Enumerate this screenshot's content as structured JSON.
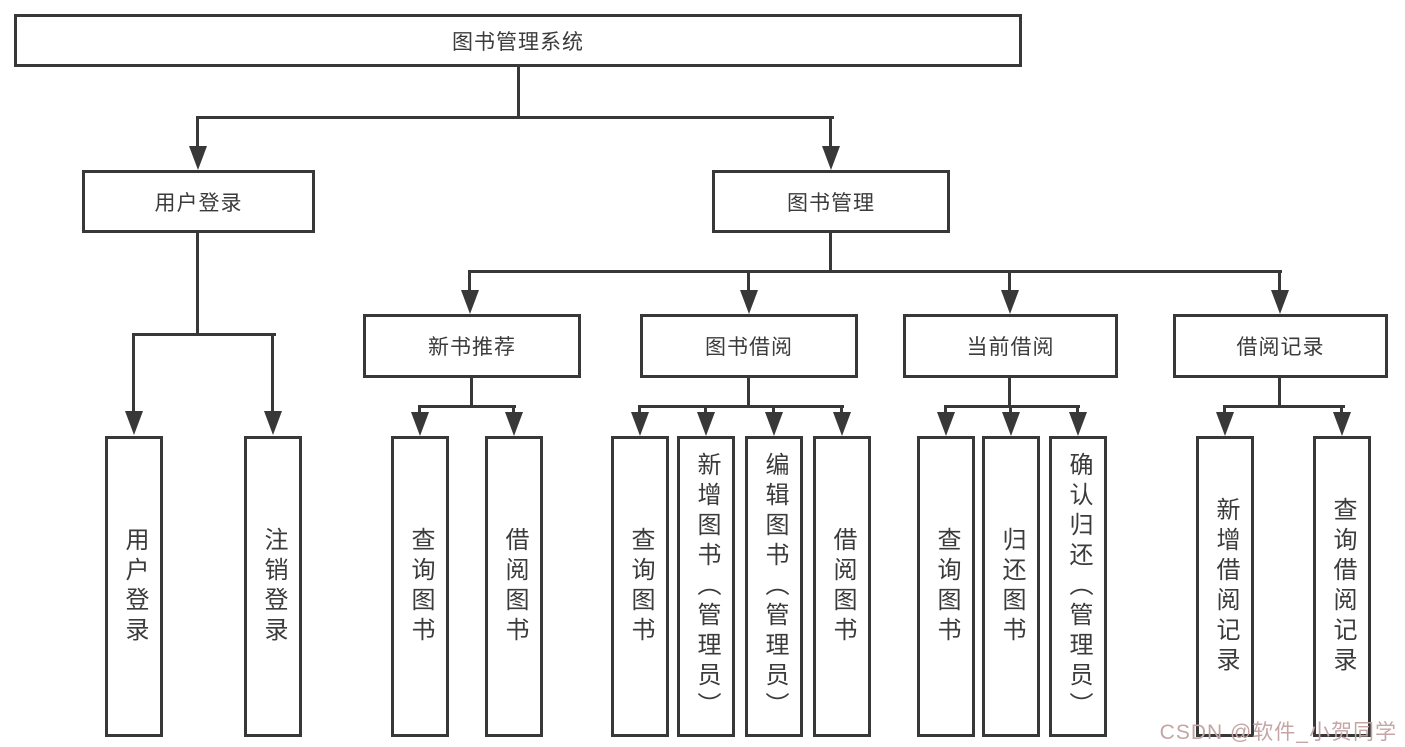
{
  "diagram_title": "图书管理系统",
  "colors": {
    "line": "#383838",
    "box_border": "#383838",
    "text": "#3b3b3b",
    "background": "#ffffff",
    "watermark": "#c4a6a6"
  },
  "nodes": {
    "root": "图书管理系统",
    "user_login": "用户登录",
    "book_mgmt": "图书管理",
    "new_book": "新书推荐",
    "book_borrow": "图书借阅",
    "current_borrow": "当前借阅",
    "borrow_records": "借阅记录",
    "leaves": {
      "user_login": [
        "用户登录",
        "注销登录"
      ],
      "new_book": [
        "查询图书",
        "借阅图书"
      ],
      "book_borrow": [
        "查询图书",
        "新增图书（管理员）",
        "编辑图书（管理员）",
        "借阅图书"
      ],
      "current_borrow": [
        "查询图书",
        "归还图书",
        "确认归还（管理员）"
      ],
      "borrow_records": [
        "新增借阅记录",
        "查询借阅记录"
      ]
    }
  },
  "watermark": "CSDN @软件_小贺同学"
}
